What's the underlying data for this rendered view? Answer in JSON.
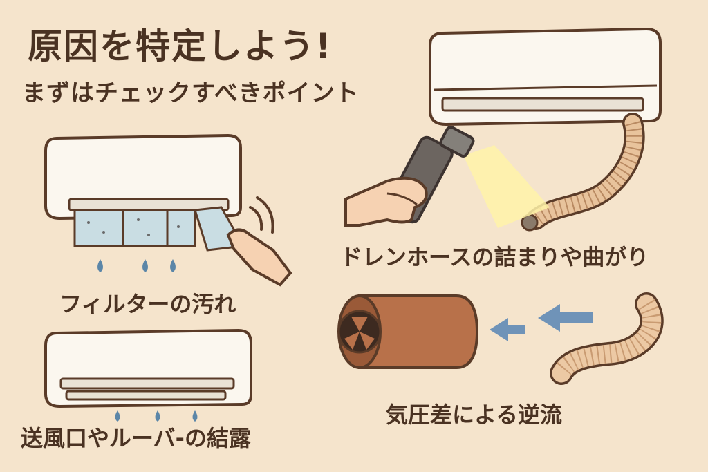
{
  "heading": {
    "title": "原因を特定しよう!",
    "subtitle": "まずはチェックすべきポイント"
  },
  "checkpoints": [
    {
      "label": "フィルターの汚れ",
      "icon": "dirty-filter-icon"
    },
    {
      "label": "送風口やルーバ-の結露",
      "icon": "louver-condensation-icon"
    },
    {
      "label": "ドレンホースの詰まりや曲がり",
      "icon": "drain-hose-flashlight-icon"
    },
    {
      "label": "気圧差による逆流",
      "icon": "pressure-backflow-icon"
    }
  ],
  "colors": {
    "background": "#f5e4cc",
    "text": "#4a3222",
    "unit_body": "#fbf7ef",
    "outline": "#5a3b28",
    "water": "#5b86a8",
    "filter": "#c9dde3",
    "hose": "#e8c39c",
    "duct": "#b8714a",
    "arrow": "#6f93b8",
    "light": "#fff3a8"
  }
}
